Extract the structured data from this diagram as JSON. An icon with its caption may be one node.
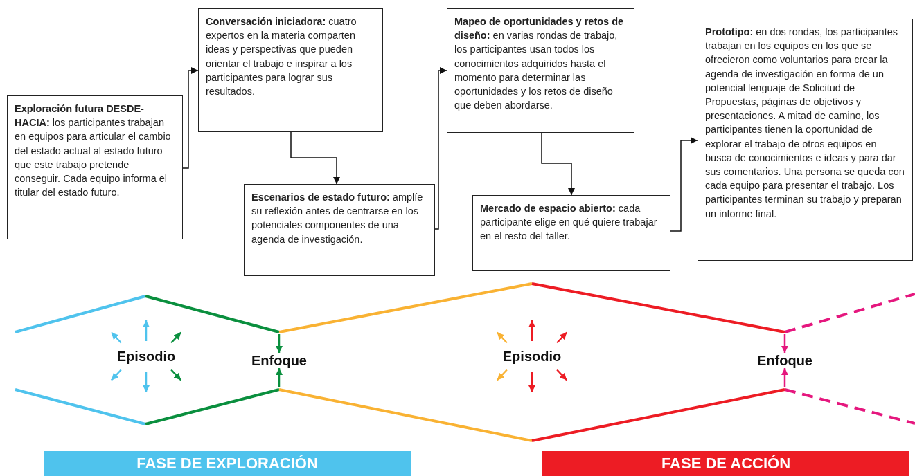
{
  "diagram": {
    "nodes": [
      {
        "text": [
          "**Exploración futura DESDE-HACIA:** los participantes trabajan en equipos para articular el cambio del estado actual al estado futuro que este trabajo pretende conseguir. Cada equipo informa el titular del estado futuro."
        ]
      },
      {
        "text": [
          "**Conversación iniciadora:** cuatro expertos en la materia comparten ideas y perspectivas que pueden orientar el trabajo e inspirar a los participantes para lograr sus resultados."
        ]
      },
      {
        "text": [
          "**Escenarios de estado futuro:** amplíe su reflexión antes de centrarse en los potenciales componentes de una agenda de investigación."
        ]
      },
      {
        "text": [
          "**Mapeo de oportunidades y retos de diseño:** en varias rondas de trabajo, los participantes usan todos los conocimientos adquiridos hasta el momento para determinar las oportunidades y los retos de diseño que deben abordarse."
        ]
      },
      {
        "text": [
          "**Mercado de espacio abierto:** cada participante elige en qué quiere trabajar en el resto del taller."
        ]
      },
      {
        "text": [
          "**Prototipo:** en dos rondas, los participantes trabajan en los equipos en los que se ofrecieron como voluntarios para crear la agenda de investigación en forma de un potencial lenguaje de Solicitud de Propuestas, páginas de objetivos y presentaciones. A mitad de camino, los participantes tienen la oportunidad de explorar el trabajo de otros equipos en busca de conocimientos e ideas y para dar sus comentarios. Una persona se queda con cada equipo para presentar el trabajo. Los participantes terminan su trabajo y preparan un informe final."
        ]
      },
      {
        "text": [
          "FASE DE EXPLORACIÓN"
        ]
      },
      {
        "text": [
          "FASE DE ACCIÓN"
        ]
      }
    ],
    "edges": [
      {
        "from": 0,
        "to": 1,
        "arrow": "to"
      },
      {
        "from": 1,
        "to": 2,
        "arrow": "to"
      },
      {
        "from": 2,
        "to": 3,
        "arrow": "to"
      },
      {
        "from": 3,
        "to": 4,
        "arrow": "to"
      },
      {
        "from": 4,
        "to": 5,
        "arrow": "to"
      }
    ],
    "labels": [
      "Episodio",
      "Enfoque",
      "Episodio",
      "Enfoque"
    ]
  }
}
